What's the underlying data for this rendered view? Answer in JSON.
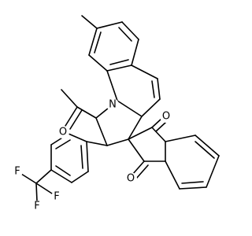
{
  "atoms": {
    "N": "N",
    "O_acetyl": "O",
    "O_top": "O",
    "O_bottom": "O",
    "F_1": "F",
    "F_2": "F",
    "F_3": "F"
  },
  "colors": {
    "bond": "#000000",
    "label": "#000000",
    "background": "#ffffff"
  }
}
